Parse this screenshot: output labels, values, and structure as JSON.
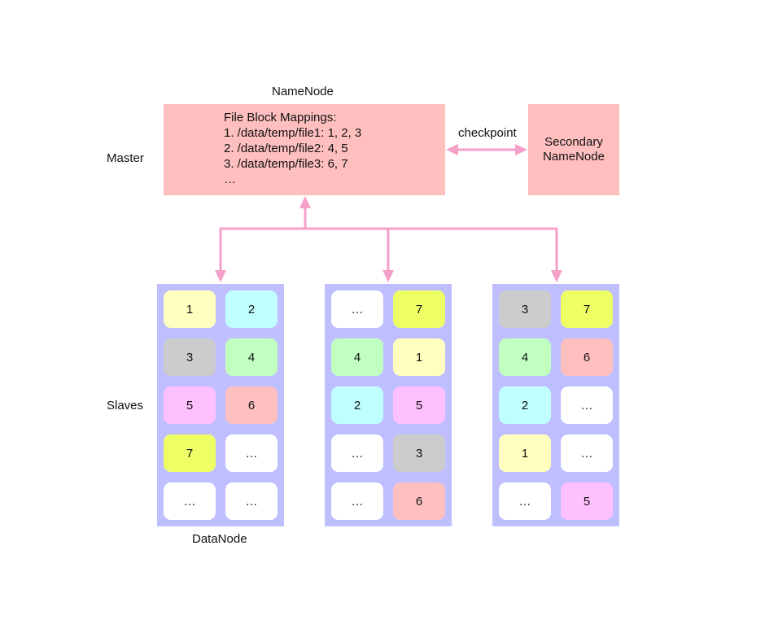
{
  "master_label": "Master",
  "slaves_label": "Slaves",
  "namenode": {
    "title": "NameNode",
    "mappings_title": "File Block Mappings:",
    "mappings": [
      "1. /data/temp/file1: 1, 2, 3",
      "2. /data/temp/file2: 4, 5",
      "3. /data/temp/file3: 6, 7",
      "…"
    ]
  },
  "checkpoint_label": "checkpoint",
  "secondary": {
    "line1": "Secondary",
    "line2": "NameNode"
  },
  "datanode_label": "DataNode",
  "colors": {
    "namenode_fill": "#ffbfbf",
    "datanode_fill": "#bfbfff",
    "arrow": "#f5a0c8",
    "block_1": "#ffffc0",
    "block_2": "#c0ffff",
    "block_3": "#cccccc",
    "block_4": "#c0ffc0",
    "block_5": "#ffc0ff",
    "block_6": "#ffbfbf",
    "block_7": "#eeff66",
    "block_empty": "#ffffff"
  },
  "datanodes": [
    {
      "blocks": [
        {
          "label": "1",
          "color": "#ffffc0"
        },
        {
          "label": "2",
          "color": "#c0ffff"
        },
        {
          "label": "3",
          "color": "#cccccc"
        },
        {
          "label": "4",
          "color": "#c0ffc0"
        },
        {
          "label": "5",
          "color": "#ffc0ff"
        },
        {
          "label": "6",
          "color": "#ffbfbf"
        },
        {
          "label": "7",
          "color": "#eeff66"
        },
        {
          "label": "…",
          "color": "#ffffff"
        },
        {
          "label": "…",
          "color": "#ffffff"
        },
        {
          "label": "…",
          "color": "#ffffff"
        }
      ]
    },
    {
      "blocks": [
        {
          "label": "…",
          "color": "#ffffff"
        },
        {
          "label": "7",
          "color": "#eeff66"
        },
        {
          "label": "4",
          "color": "#c0ffc0"
        },
        {
          "label": "1",
          "color": "#ffffc0"
        },
        {
          "label": "2",
          "color": "#c0ffff"
        },
        {
          "label": "5",
          "color": "#ffc0ff"
        },
        {
          "label": "…",
          "color": "#ffffff"
        },
        {
          "label": "3",
          "color": "#cccccc"
        },
        {
          "label": "…",
          "color": "#ffffff"
        },
        {
          "label": "6",
          "color": "#ffbfbf"
        }
      ]
    },
    {
      "blocks": [
        {
          "label": "3",
          "color": "#cccccc"
        },
        {
          "label": "7",
          "color": "#eeff66"
        },
        {
          "label": "4",
          "color": "#c0ffc0"
        },
        {
          "label": "6",
          "color": "#ffbfbf"
        },
        {
          "label": "2",
          "color": "#c0ffff"
        },
        {
          "label": "…",
          "color": "#ffffff"
        },
        {
          "label": "1",
          "color": "#ffffc0"
        },
        {
          "label": "…",
          "color": "#ffffff"
        },
        {
          "label": "…",
          "color": "#ffffff"
        },
        {
          "label": "5",
          "color": "#ffc0ff"
        }
      ]
    }
  ]
}
